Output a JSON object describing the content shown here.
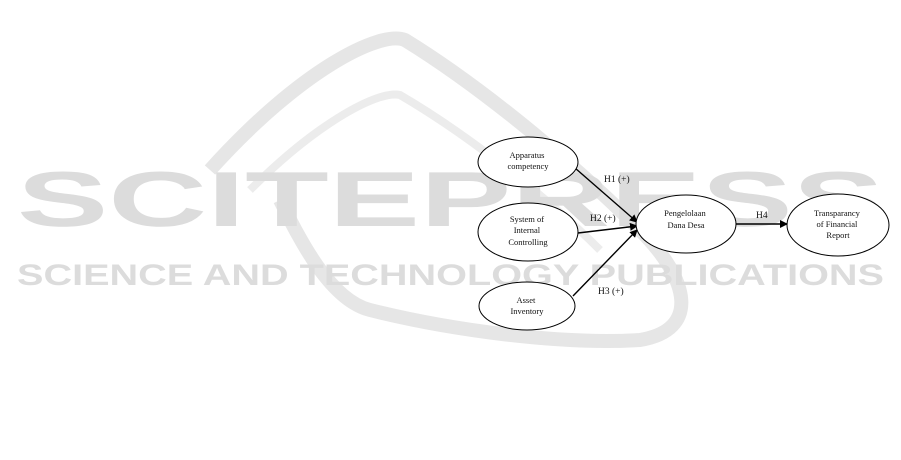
{
  "watermark": {
    "line1": "SCITEPRESS",
    "line2": "SCIENCE AND TECHNOLOGY PUBLICATIONS"
  },
  "nodes": {
    "apparatus": [
      "Apparatus",
      "competency"
    ],
    "internal": [
      "System  of",
      "Internal",
      "Controlling"
    ],
    "asset": [
      "Asset",
      "Inventory"
    ],
    "dana": [
      "Pengelolaan",
      "Dana Desa"
    ],
    "transparency": [
      "Transparancy",
      "of Financial",
      "Report"
    ]
  },
  "hypotheses": {
    "h1": "H1 (+)",
    "h2": "H2 (+)",
    "h3": "H3 (+)",
    "h4": "H4"
  }
}
